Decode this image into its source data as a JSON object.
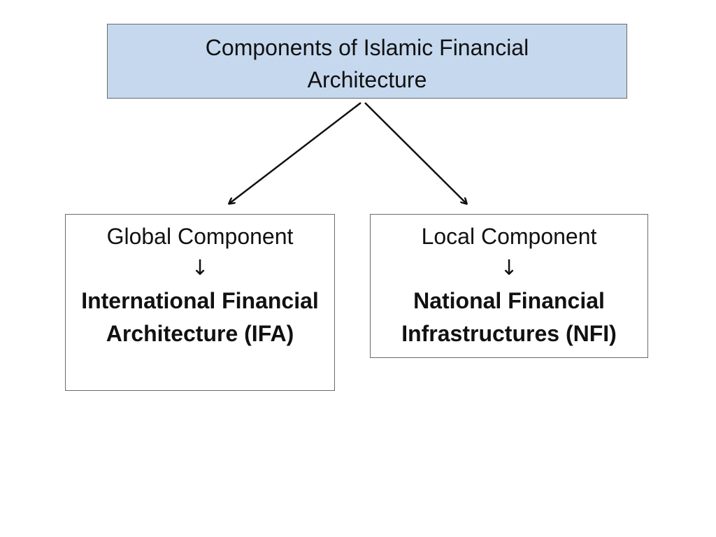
{
  "root": {
    "title": "Components of Islamic Financial Architecture",
    "fill_color": "#c5d8ee"
  },
  "components": [
    {
      "label": "Global Component",
      "arrow": "↓",
      "detail": "International Financial Architecture (IFA)"
    },
    {
      "label": "Local Component",
      "arrow": "↓",
      "detail": "National Financial Infrastructures (NFI)"
    }
  ]
}
